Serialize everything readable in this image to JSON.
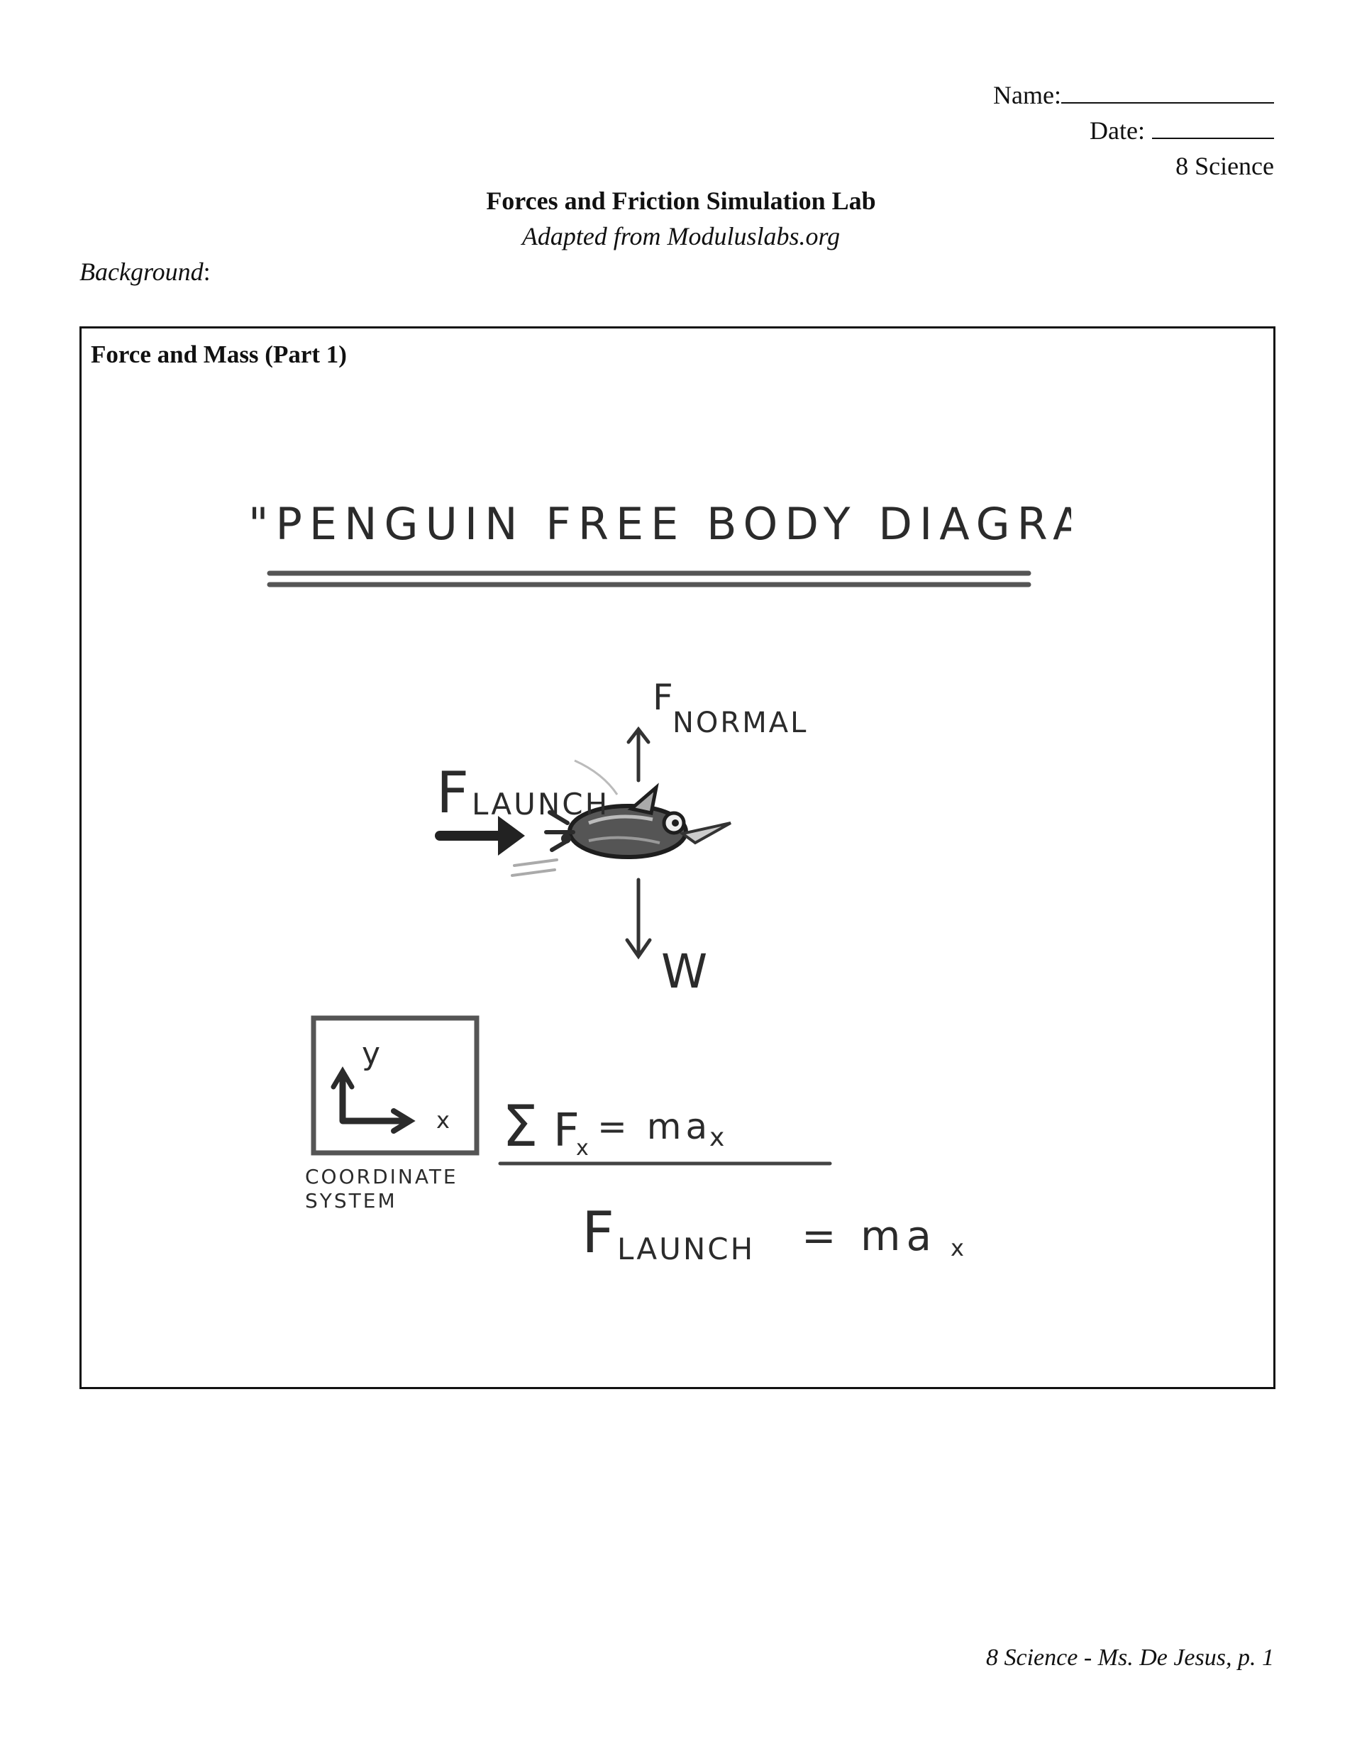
{
  "header": {
    "name_label": "Name:",
    "date_label": "Date:",
    "class_label": "8 Science"
  },
  "title": "Forces and Friction Simulation Lab",
  "subtitle": "Adapted from Moduluslabs.org",
  "background_label": "Background",
  "background_colon": ":",
  "box": {
    "title": "Force and Mass (Part 1)"
  },
  "sketch": {
    "heading": "\"PENGUIN FREE BODY DIAGRAM\"",
    "f_launch": "F",
    "f_launch_sub": "LAUNCH",
    "f_normal": "F",
    "f_normal_sub": "NORMAL",
    "weight": "W",
    "axis_y": "y",
    "axis_x": "x",
    "coord_line1": "COORDINATE",
    "coord_line2": "SYSTEM",
    "eq1_sigma": "Σ",
    "eq1_f": "F",
    "eq1_f_sub": "x",
    "eq1_rhs": "= ma",
    "eq1_rhs_sub": "x",
    "eq2_f": "F",
    "eq2_f_sub": "LAUNCH",
    "eq2_rhs": "= ma",
    "eq2_rhs_sub": "x"
  },
  "footer": "8 Science - Ms. De Jesus, p. 1"
}
